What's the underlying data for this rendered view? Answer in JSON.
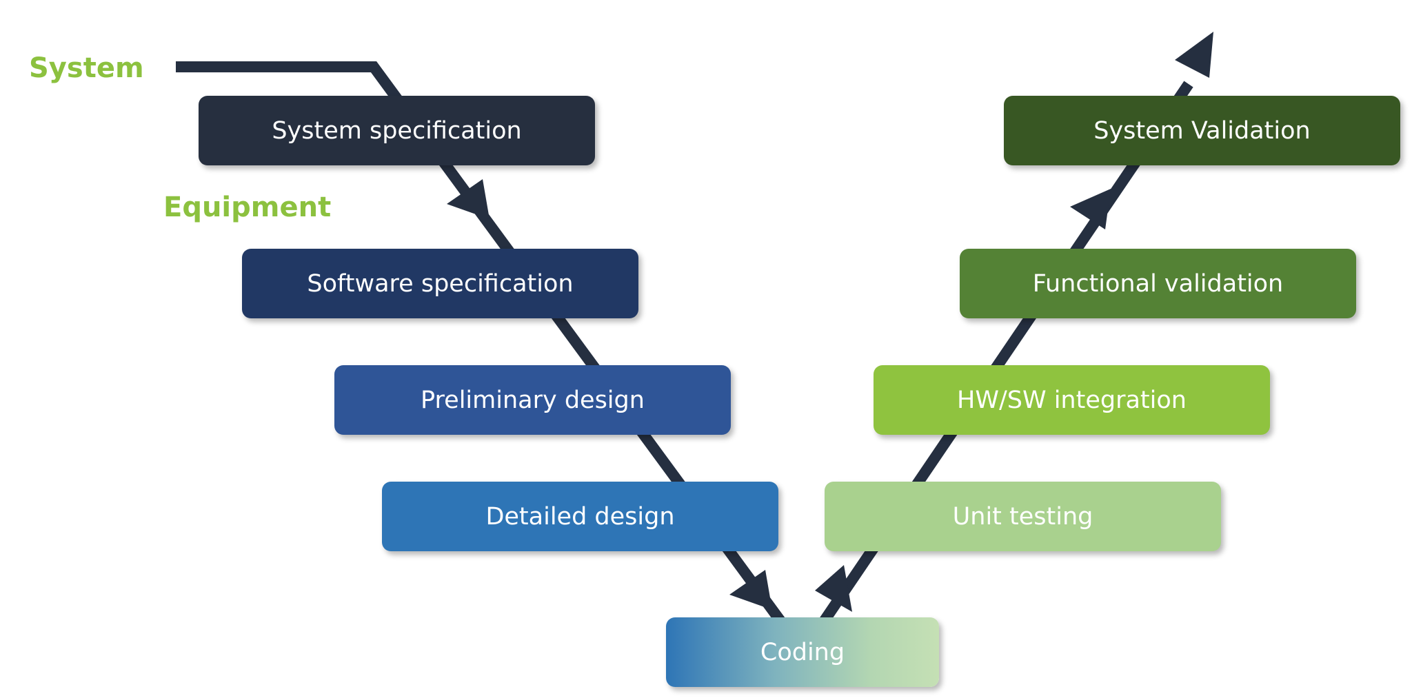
{
  "levels": {
    "system": "System",
    "equipment": "Equipment"
  },
  "steps": {
    "system_specification": "System specification",
    "software_specification": "Software specification",
    "preliminary_design": "Preliminary design",
    "detailed_design": "Detailed design",
    "coding": "Coding",
    "unit_testing": "Unit testing",
    "hwsw_integration": "HW/SW integration",
    "functional_validation": "Functional validation",
    "system_validation": "System Validation"
  },
  "colors": {
    "level_label": "#8cc13f",
    "path": "#252f40",
    "system_specification": "#262f3f",
    "software_specification": "#213864",
    "preliminary_design": "#2f5597",
    "detailed_design": "#2e75b6",
    "coding_start": "#2e75b6",
    "coding_end": "#c5e0b4",
    "unit_testing": "#a9d18e",
    "hwsw_integration": "#8fc33f",
    "functional_validation": "#548235",
    "system_validation": "#385723"
  }
}
